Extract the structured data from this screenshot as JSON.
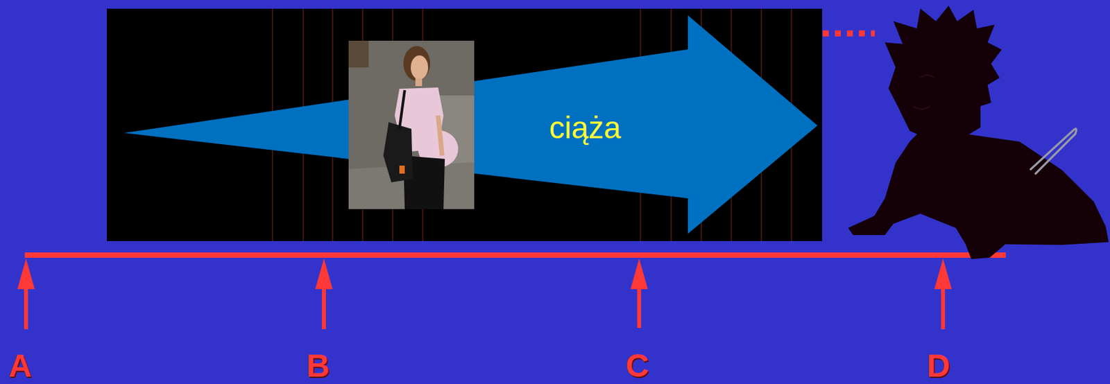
{
  "diagram": {
    "nodes": [
      {
        "text": [
          "ciąża"
        ]
      }
    ],
    "labels": [
      "A",
      "B",
      "C",
      "D"
    ]
  }
}
